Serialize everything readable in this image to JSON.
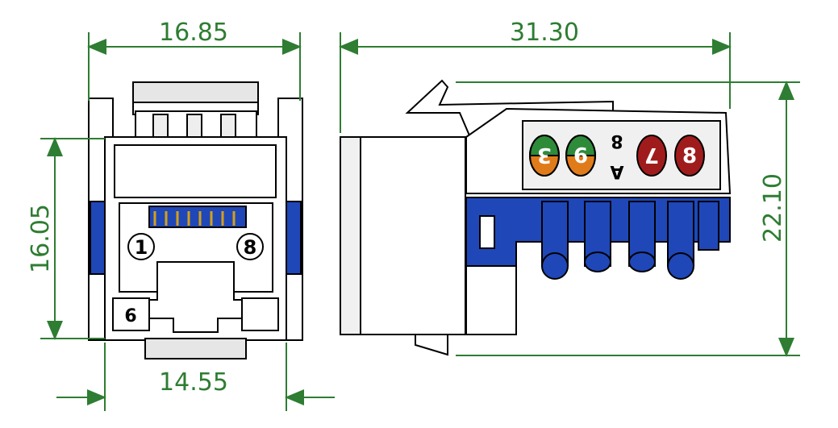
{
  "dimensions": {
    "front_width_top": "16.85",
    "front_height": "16.05",
    "front_width_bottom": "14.55",
    "side_length": "31.30",
    "side_height": "22.10"
  },
  "front_view": {
    "pin_left_label": "1",
    "pin_right_label": "8",
    "bottom_tab_label": "6"
  },
  "side_view": {
    "color_pins": [
      "3",
      "6",
      "7",
      "8"
    ],
    "center_marks": [
      "8",
      "A"
    ]
  },
  "colors": {
    "dimension_line": "#2e7d32",
    "body_blue": "#1f47b8",
    "green_band": "#2e8b3a",
    "orange_band": "#e07b1a",
    "red_band": "#a01c1c"
  }
}
